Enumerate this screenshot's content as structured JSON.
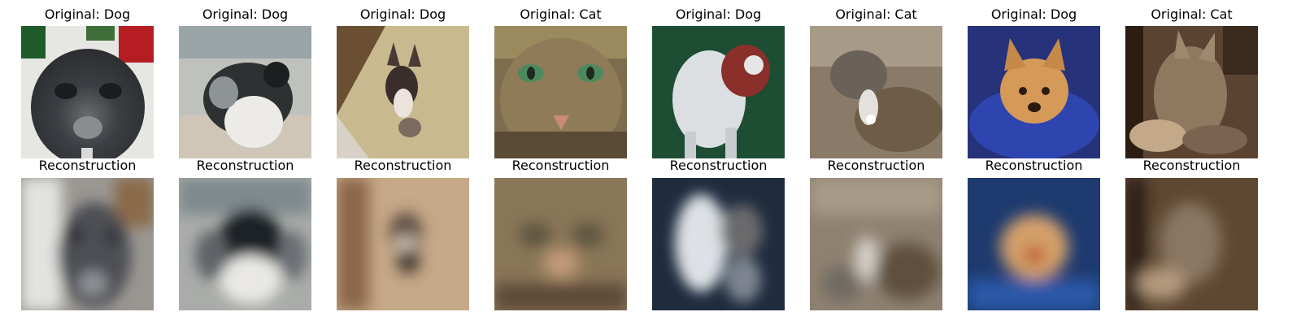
{
  "figure": {
    "panels": [
      {
        "original_title": "Original: Dog",
        "reconstruction_title": "Reconstruction",
        "original_image": "dog-photo",
        "reconstruction_image": "blurred-dog-reconstruction"
      },
      {
        "original_title": "Original: Dog",
        "reconstruction_title": "Reconstruction",
        "original_image": "dog-photo",
        "reconstruction_image": "blurred-dog-reconstruction"
      },
      {
        "original_title": "Original: Dog",
        "reconstruction_title": "Reconstruction",
        "original_image": "dog-photo",
        "reconstruction_image": "blurred-dog-reconstruction"
      },
      {
        "original_title": "Original: Cat",
        "reconstruction_title": "Reconstruction",
        "original_image": "cat-photo",
        "reconstruction_image": "blurred-cat-reconstruction"
      },
      {
        "original_title": "Original: Dog",
        "reconstruction_title": "Reconstruction",
        "original_image": "dog-photo",
        "reconstruction_image": "blurred-dog-reconstruction"
      },
      {
        "original_title": "Original: Cat",
        "reconstruction_title": "Reconstruction",
        "original_image": "cat-photo",
        "reconstruction_image": "blurred-cat-reconstruction"
      },
      {
        "original_title": "Original: Dog",
        "reconstruction_title": "Reconstruction",
        "original_image": "dog-photo",
        "reconstruction_image": "blurred-dog-reconstruction"
      },
      {
        "original_title": "Original: Cat",
        "reconstruction_title": "Reconstruction",
        "original_image": "cat-photo",
        "reconstruction_image": "blurred-cat-reconstruction"
      }
    ]
  }
}
